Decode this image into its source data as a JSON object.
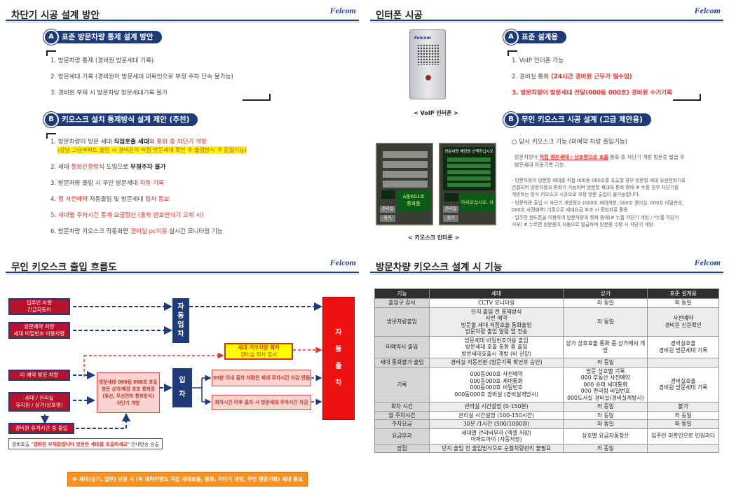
{
  "logo": "Felcom",
  "p1": {
    "title": "차단기 시공 설계 방안",
    "secA": {
      "badge": "A",
      "label": "표준 방문차량 통제 설계 방안",
      "items": [
        "1. 방문차량 통제 (경비원 방문세대 기록)",
        "2. 방문세대 기록 (경비원이 방문세대 미확인으로 부정 주차 단속 불가능)",
        "3. 경비원 부재 시 방문차량 방문세대기록 불가"
      ]
    },
    "secB": {
      "badge": "B",
      "label": "키오스크 설치 통제방식 설계 제안 (추천)",
      "i1a": "1. 방문차량이 방문 세대",
      "i1b": "직접호출 세대",
      "i1c": "와",
      "i1d": "통화 중 차단기 개방",
      "i1e": "(강남 고급아파트 출입 시 경비원이 직접 방문세대 확인 후 출입방식 과 동일기능)",
      "i2a": "2. 세대",
      "i2b": "통화인증방식",
      "i2c": "도입으로",
      "i2d": "부정주차 불가",
      "i3a": "3. 방문차량 출입 시  무인 방문세대",
      "i3b": "자동 기록",
      "i4a": "4.",
      "i4b": "앱 사전예약",
      "i4c": "자동출입 및  방문세대",
      "i4d": "입차 통보",
      "i5": "5. 세대별 주차시간 통계 요금정산 (출차 번호인식기 교체 시)",
      "i6a": "6. 방문차량 키오스크 작동화면",
      "i6b": "경비실 pc이용",
      "i6c": "실시간 모니터링 기능"
    }
  },
  "p2": {
    "title": "인터폰 시공",
    "voip_caption": "< VoIP 인터폰 >",
    "kiosk_caption": "< 키오스크 인터폰 >",
    "kiosk_screen1": "A동601호",
    "kiosk_screen1b": "통화중",
    "kiosk_screen2": "어서오십시오. 사",
    "kiosk_title2": "방문차량 해당동 선택하십시오",
    "kiosk_btn1": "관리실",
    "kiosk_btn2": "상가",
    "secA": {
      "badge": "A",
      "label": "표준 설계용",
      "items": [
        "1. VoIP 인터폰 가능",
        "2. 경비실 통화",
        "(24시간 경비원 근무가 필수임)",
        "3. 방문차량이 방문세대 전달(000동 000호) 경비원 수기기록"
      ]
    },
    "secB": {
      "badge": "B",
      "label": "무인 키오스크 시공 설계 (고급 제안용)",
      "opt": "○  당사 키오스크 기능 (미예약 차량 출입기능)",
      "l1a": "방문차량이",
      "l1b": "직접 방문세대 / 상호명으로 호출",
      "l1c": "통화 중 차단기 개방 방문증 발급 후",
      "l2": "방문세대 자동기록 기능",
      "d1": "- 방문차량이 방문할 세대를 직접 000동 000호를 호출할 경우 방문할 세대 유선전화기로",
      "d2": "  연결되어 방문차량과 통화가 가능하며 방문할 세대와 통화 중에 # 누를 경우 차단기를",
      "d3": "  개방하는 방식 키오스크 시공으로 부정 방문 출입이 불가능합니다.",
      "d4": "- 방문차량 출입 시 자단기 개방정소 (000호 세대개방, 000호 경비실, 000호 비밀번호,",
      "d5": "  000호 사전예약) 기록으로 세대요금 부과 시 증빙자료 활용",
      "d6": "- 입주민 핸드폰을 이용하여 방문차량과 통화 중에(# 누름 차단기 개방 / *누름 차단기",
      "d7": "  거부)  # 누르면 방문증이 자동으로 발급하며 방문증 수령 시 차단기 개방"
    }
  },
  "p3": {
    "title": "무인 키오스크 출입 흐름도",
    "b1": "입주민 차량\n긴급자동차",
    "b2": "방문예약 차량\n세대 비밀번호 이용차량",
    "b3": "미 예약 방문 차량",
    "b4": "세대 / 관리실\n유지원 / 상가(상호명)",
    "b5": "경비원 휴게시간 중 출입",
    "note1a": "경비호출 \"",
    "note1b": "경비원 부재중입니다 방문한 세대를 호출하세요",
    "note1c": "\" 안내방송 송출",
    "auto": "자\n동\n입\n차",
    "center": "방문세대 000동 000호 호출\n방문 상가/매장 호호 통화중\n(유선, 무선전화 통화방식)\n차단기 개방",
    "entry": "입\n\n차",
    "yellow1": "세대 거부차량 회차",
    "yellow2": "경비실 회차 감시",
    "out1": "30분 이내 출차 차량은 세대 주차시간 차감 안됨",
    "out2": "회차시간 이후 출차 시 방문세대 주차시간 차감",
    "exit": "자\n\n동\n\n출\n\n차",
    "bottom": "※ 세대(상가, 업무) 방문 시 (미 예약차량도 직접 세대호출, 통화, 차단기 개방, 무인 방문기록) 세대 통보"
  },
  "p4": {
    "title": "방문차량 키오스크 설계 시 기능",
    "headers": [
      "기능",
      "세대",
      "상가",
      "표준 설계용"
    ],
    "rows": [
      [
        "출입구 감시",
        "CCTV  모니터링",
        "좌 동일",
        "좌 동일"
      ],
      [
        "방문차량출입",
        "단지 출입 전 통제방식\n사전 예약\n방문할 세대 직접호출 통화출입\n방문차량 출입 알림 앱 전송",
        "좌 동일",
        "사전예약\n경비원 신원확인"
      ],
      [
        "미예약시 출입",
        "방문세대 비밀번호이용 출입\n방문세대 호출 통화 중 출입\n방문세대호출시 개방 (비 권장)",
        "상가 상호호출 통화 중 상가에서 개방",
        "경비실호출\n경비원 방문세대 기록"
      ],
      [
        "세대 통화불가 출입",
        "경비실 자동전환 (방문기록 확인후 승인)",
        "좌 동일",
        ""
      ],
      [
        "기록",
        "000동000호 사전예약\n000동000호 세대통화\n000동000호 비밀번호\n000동000호 경비실 (경비실개방시)",
        "방문 상호별 기록\n000 부동산 사전예약\n000 슈퍼 세대통화\n000 편의점 비밀번호\n000도서실 경비실(경비실개방시)",
        "경비실호출\n경비원 방문세대 기록"
      ],
      [
        "회차 시간",
        "관리실 시간설정 (0-150분)",
        "좌 동일",
        "불가"
      ],
      [
        "월 주차시간",
        "관리실 시간설정 (100-150시간)",
        "좌 동일",
        "좌 동일"
      ],
      [
        "주차요금",
        "30분 /1시간 (500/1000원)",
        "좌 동일",
        "좌 동일"
      ],
      [
        "요금부과",
        "세대별 관리비부과 (엑셀 저장)\n아파트아이 (자동저장)",
        "상호별 요금자동정산",
        "입주민 미확인으로 민원과다"
      ],
      [
        "장점",
        "단지 출입 전 출입방식으로 순찰차량관리 불필요",
        "좌 동일",
        ""
      ]
    ]
  }
}
